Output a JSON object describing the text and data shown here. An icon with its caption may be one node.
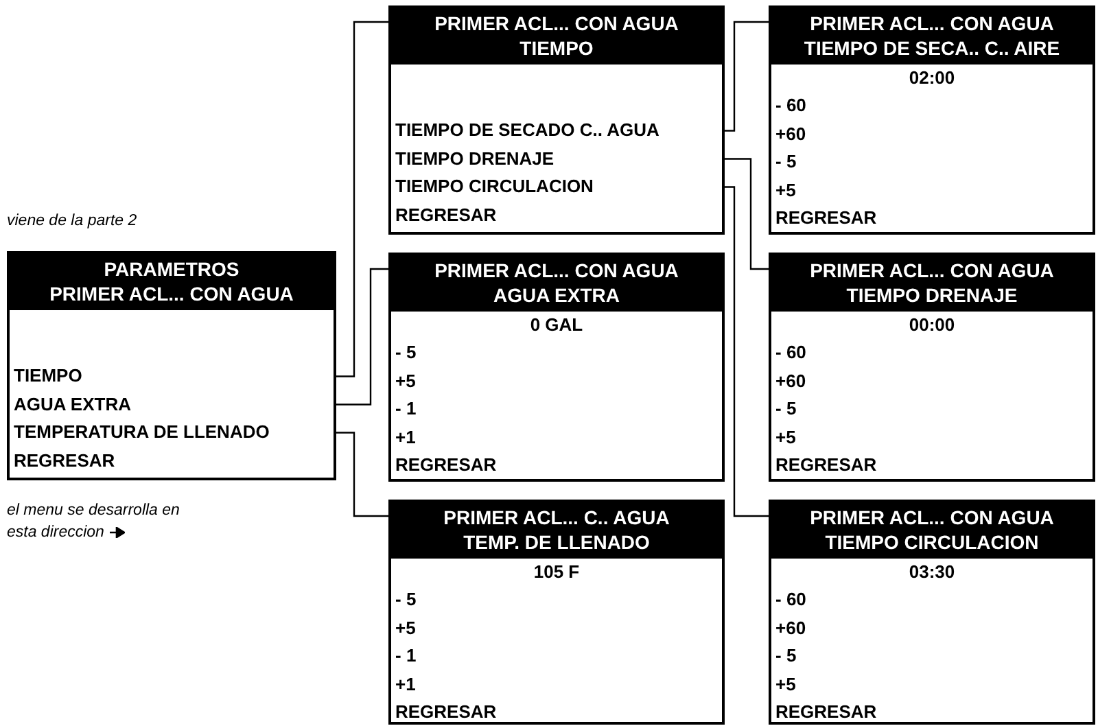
{
  "diagram": {
    "nodes": [
      {
        "text": [
          "PARAMETROS",
          "PRIMER ACL... CON AGUA"
        ]
      },
      {
        "text": [
          "TIEMPO"
        ],
        "in": 0
      },
      {
        "text": [
          "AGUA EXTRA"
        ],
        "in": 0
      },
      {
        "text": [
          "TEMPERATURA DE LLENADO"
        ],
        "in": 0
      },
      {
        "text": [
          "REGRESAR"
        ],
        "in": 0
      },
      {
        "text": [
          "PRIMER ACL... CON AGUA",
          "TIEMPO"
        ]
      },
      {
        "text": [
          "TIEMPO DE SECADO C.. AGUA"
        ],
        "in": 5
      },
      {
        "text": [
          "TIEMPO DRENAJE"
        ],
        "in": 5
      },
      {
        "text": [
          "TIEMPO CIRCULACION"
        ],
        "in": 5
      },
      {
        "text": [
          "REGRESAR"
        ],
        "in": 5
      },
      {
        "text": [
          "PRIMER ACL... CON AGUA",
          "AGUA EXTRA",
          "0 GAL"
        ]
      },
      {
        "text": [
          "- 5"
        ],
        "in": 10
      },
      {
        "text": [
          "+5"
        ],
        "in": 10
      },
      {
        "text": [
          "- 1"
        ],
        "in": 10
      },
      {
        "text": [
          "+1"
        ],
        "in": 10
      },
      {
        "text": [
          "REGRESAR"
        ],
        "in": 10
      },
      {
        "text": [
          "PRIMER ACL... C.. AGUA",
          "TEMP. DE LLENADO",
          "105 F"
        ]
      },
      {
        "text": [
          "- 5"
        ],
        "in": 16
      },
      {
        "text": [
          "+5"
        ],
        "in": 16
      },
      {
        "text": [
          "- 1"
        ],
        "in": 16
      },
      {
        "text": [
          "+1"
        ],
        "in": 16
      },
      {
        "text": [
          "REGRESAR"
        ],
        "in": 16
      },
      {
        "text": [
          "PRIMER ACL... CON AGUA",
          "TIEMPO DE SECA.. C.. AIRE",
          "02:00"
        ]
      },
      {
        "text": [
          "- 60"
        ],
        "in": 22
      },
      {
        "text": [
          "+60"
        ],
        "in": 22
      },
      {
        "text": [
          "- 5"
        ],
        "in": 22
      },
      {
        "text": [
          "+5"
        ],
        "in": 22
      },
      {
        "text": [
          "REGRESAR"
        ],
        "in": 22
      },
      {
        "text": [
          "PRIMER ACL... CON AGUA",
          "TIEMPO DRENAJE",
          "00:00"
        ]
      },
      {
        "text": [
          "- 60"
        ],
        "in": 28
      },
      {
        "text": [
          "+60"
        ],
        "in": 28
      },
      {
        "text": [
          "- 5"
        ],
        "in": 28
      },
      {
        "text": [
          "+5"
        ],
        "in": 28
      },
      {
        "text": [
          "REGRESAR"
        ],
        "in": 28
      },
      {
        "text": [
          "PRIMER ACL... CON AGUA",
          "TIEMPO CIRCULACION",
          "03:30"
        ]
      },
      {
        "text": [
          "- 60"
        ],
        "in": 34
      },
      {
        "text": [
          "+60"
        ],
        "in": 34
      },
      {
        "text": [
          "- 5"
        ],
        "in": 34
      },
      {
        "text": [
          "+5"
        ],
        "in": 34
      },
      {
        "text": [
          "REGRESAR"
        ],
        "in": 34
      }
    ],
    "edges": [
      {
        "from": 1,
        "to": 5,
        "arrow": "none"
      },
      {
        "from": 2,
        "to": 10,
        "arrow": "none"
      },
      {
        "from": 3,
        "to": 16,
        "arrow": "none"
      },
      {
        "from": 6,
        "to": 22,
        "arrow": "none"
      },
      {
        "from": 7,
        "to": 28,
        "arrow": "none"
      },
      {
        "from": 8,
        "to": 34,
        "arrow": "none"
      }
    ],
    "labels": [
      "viene de la parte 2",
      "el menu se desarrolla en esta direccion"
    ]
  }
}
